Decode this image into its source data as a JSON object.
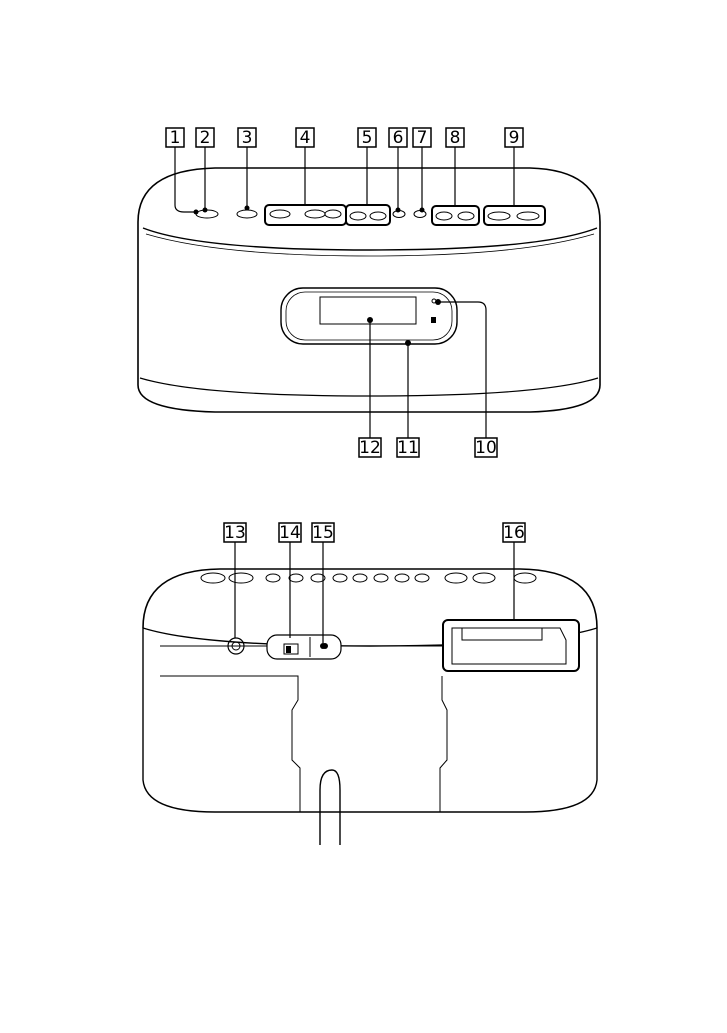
{
  "figure": {
    "front_view": {
      "callouts": [
        "1",
        "2",
        "3",
        "4",
        "5",
        "6",
        "7",
        "8",
        "9",
        "10",
        "11",
        "12"
      ]
    },
    "rear_view": {
      "callouts": [
        "13",
        "14",
        "15",
        "16"
      ]
    }
  }
}
